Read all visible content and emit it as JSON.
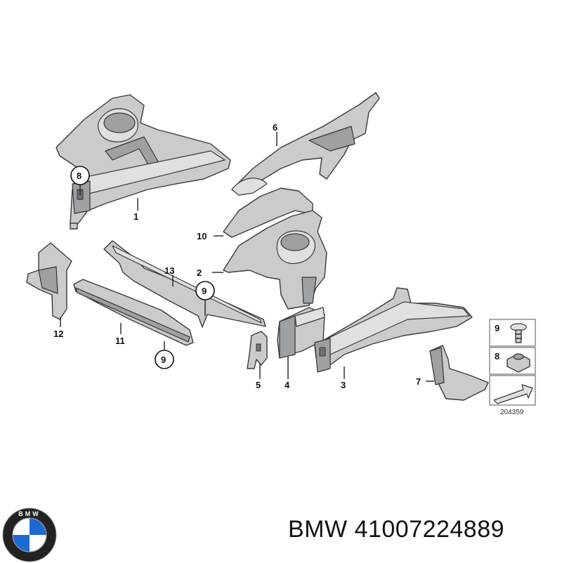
{
  "callouts": {
    "c1": "1",
    "c2": "2",
    "c3": "3",
    "c4": "4",
    "c5": "5",
    "c6": "6",
    "c7": "7",
    "c8": "8",
    "c9a": "9",
    "c9b": "9",
    "c10": "10",
    "c11": "11",
    "c12": "12",
    "c13": "13"
  },
  "legend": {
    "item_a": "9",
    "item_b": "8",
    "ref_number": "204359"
  },
  "brand": {
    "logo_text": "BMW",
    "caption": "BMW 41007224889"
  },
  "colors": {
    "part_fill": "#c9cbcd",
    "outline": "#3a3a3a",
    "bmw_blue": "#1c69d4"
  }
}
